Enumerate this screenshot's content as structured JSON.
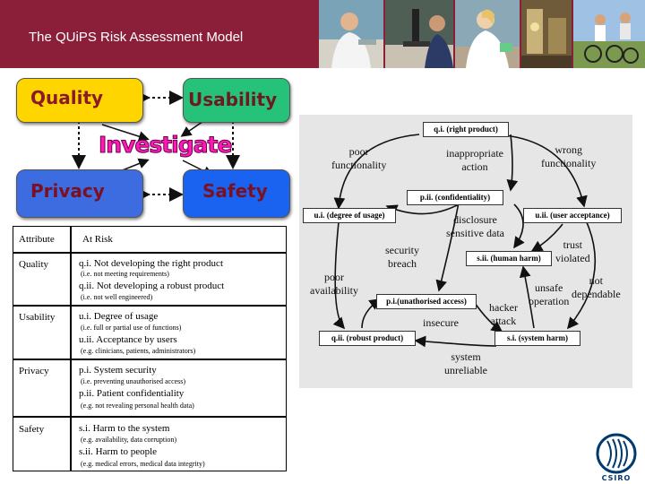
{
  "header": {
    "title": "The QUiPS Risk Assessment Model"
  },
  "model": {
    "quality": "Quality",
    "usability": "Usability",
    "investigate": "Investigate",
    "privacy": "Privacy",
    "safety": "Safety"
  },
  "table": {
    "head_attribute": "Attribute",
    "head_risk": "At Risk",
    "rows": [
      {
        "attribute": "Quality",
        "items": [
          {
            "main": "q.i. Not developing the right product",
            "note": "(i.e. not meeting requirements)"
          },
          {
            "main": "q.ii. Not developing a robust product",
            "note": "(i.e. not well engineered)"
          }
        ]
      },
      {
        "attribute": "Usability",
        "items": [
          {
            "main": "u.i. Degree of usage",
            "note": "(i.e. full or partial use of functions)"
          },
          {
            "main": "u.ii. Acceptance by users",
            "note": "(e.g. clinicians, patients, administrators)"
          }
        ]
      },
      {
        "attribute": "Privacy",
        "items": [
          {
            "main": "p.i. System security",
            "note": "(i.e. preventing unauthorised access)"
          },
          {
            "main": "p.ii. Patient confidentiality",
            "note": "(e.g. not revealing personal health data)"
          }
        ]
      },
      {
        "attribute": "Safety",
        "items": [
          {
            "main": "s.i. Harm to the system",
            "note": "(e.g. availability, data corruption)"
          },
          {
            "main": "s.ii. Harm to people",
            "note": "(e.g. medical errors, medical data integrity)"
          }
        ]
      }
    ]
  },
  "harm": {
    "nodes": {
      "qi": "q.i. (right product)",
      "pii": "p.ii. (confidentiality)",
      "ui": "u.i. (degree of usage)",
      "uii": "u.ii. (user acceptance)",
      "sii": "s.ii. (human harm)",
      "pi": "p.i.(unathorised access)",
      "qii": "q.ii. (robust product)",
      "si": "s.i. (system harm)"
    },
    "threats": {
      "poor_functionality": "poor\nfunctionality",
      "inappropriate_action": "inappropriate\naction",
      "wrong_functionality": "wrong\nfunctionality",
      "disclosure": "disclosure\nsensitive data",
      "security_breach": "security\nbreach",
      "trust_violated": "trust\nviolated",
      "poor_availability": "poor\navailability",
      "not_dependable": "not\ndependable",
      "unsafe_operation": "unsafe\noperation",
      "hacker_attack": "hacker\nattack",
      "insecure": "insecure",
      "system_unreliable": "system\nunreliable"
    }
  },
  "logo": {
    "text": "CSIRO"
  },
  "colors": {
    "header": "#8b1f3a",
    "quality_box": "#ffd500",
    "usability_box": "#27c27a",
    "privacy_box": "#3d6be0",
    "safety_box": "#1a63f0",
    "investigate": "#ff1ab8"
  }
}
